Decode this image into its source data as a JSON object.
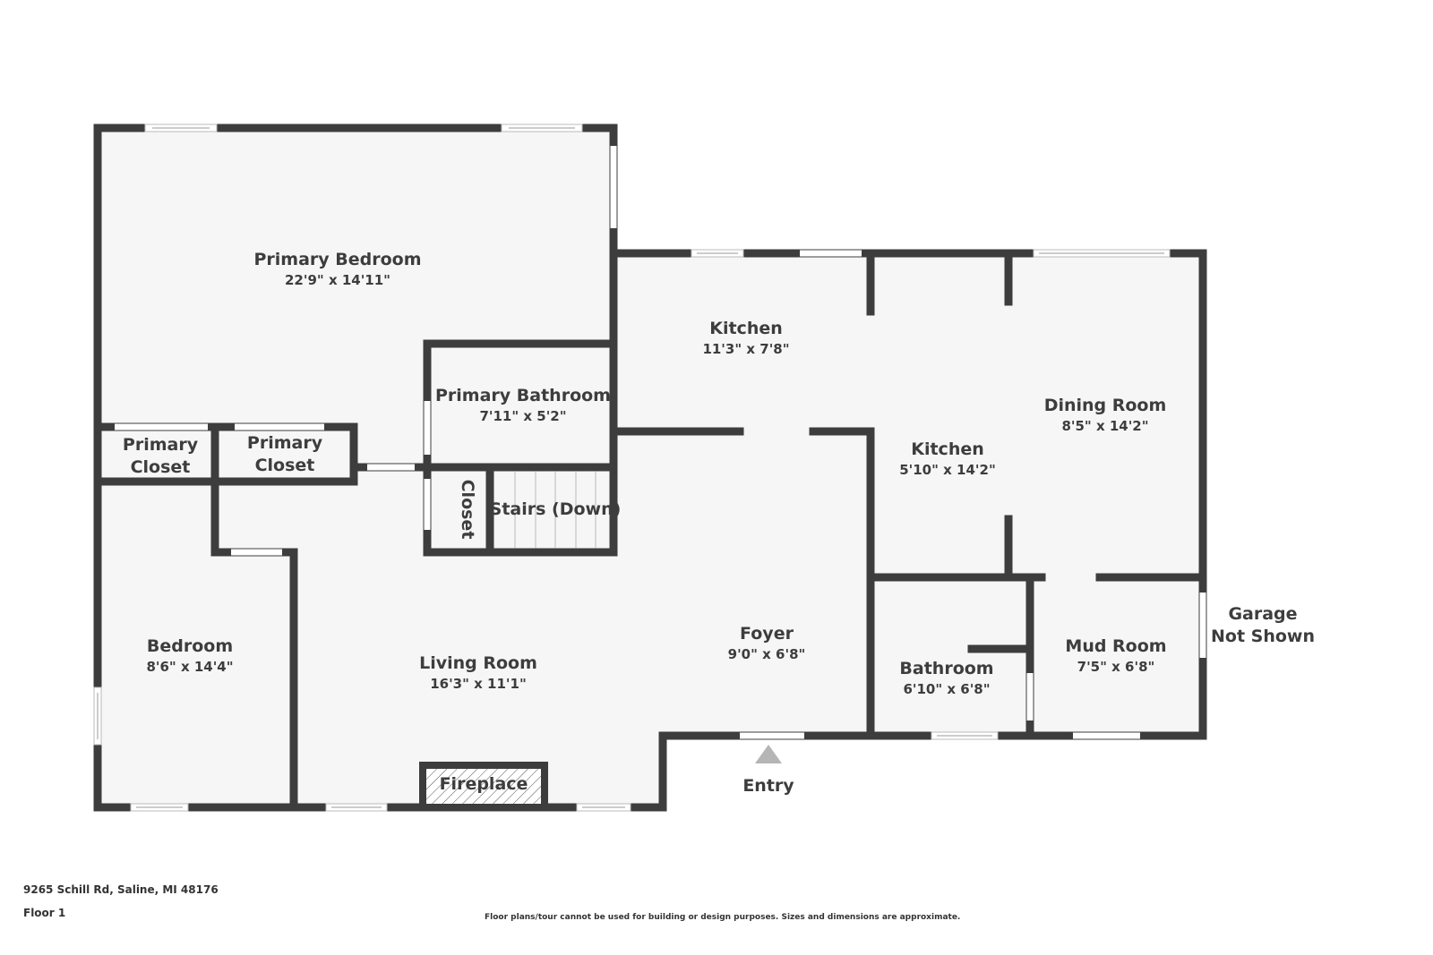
{
  "rooms": {
    "primary_bedroom": {
      "name": "Primary Bedroom",
      "dim": "22'9\" x 14'11\""
    },
    "primary_bathroom": {
      "name": "Primary Bathroom",
      "dim": "7'11\" x 5'2\""
    },
    "primary_closet_1": {
      "name1": "Primary",
      "name2": "Closet"
    },
    "primary_closet_2": {
      "name1": "Primary",
      "name2": "Closet"
    },
    "closet": {
      "name": "Closet"
    },
    "stairs": {
      "name": "Stairs (Down)"
    },
    "kitchen_1": {
      "name": "Kitchen",
      "dim": "11'3\" x 7'8\""
    },
    "kitchen_2": {
      "name": "Kitchen",
      "dim": "5'10\" x 14'2\""
    },
    "dining_room": {
      "name": "Dining Room",
      "dim": "8'5\" x 14'2\""
    },
    "bedroom": {
      "name": "Bedroom",
      "dim": "8'6\" x 14'4\""
    },
    "living_room": {
      "name": "Living Room",
      "dim": "16'3\" x 11'1\""
    },
    "foyer": {
      "name": "Foyer",
      "dim": "9'0\" x 6'8\""
    },
    "bathroom": {
      "name": "Bathroom",
      "dim": "6'10\" x 6'8\""
    },
    "mud_room": {
      "name": "Mud Room",
      "dim": "7'5\" x 6'8\""
    },
    "fireplace": {
      "name": "Fireplace"
    }
  },
  "garage_note": {
    "line1": "Garage",
    "line2": "Not Shown"
  },
  "entry_label": "Entry",
  "footer": {
    "address": "9265 Schill Rd, Saline, MI 48176",
    "floor": "Floor 1",
    "disclaimer": "Floor plans/tour cannot be used for building or design purposes. Sizes and dimensions are approximate."
  },
  "colors": {
    "wall": "#3d3d3d",
    "floor": "#f6f6f6",
    "entry_marker": "#b5b5b5"
  }
}
